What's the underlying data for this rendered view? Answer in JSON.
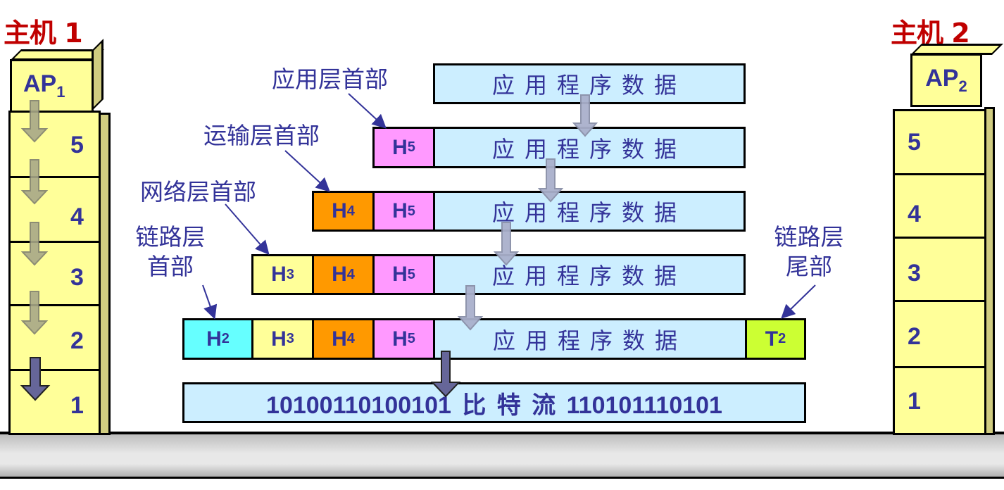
{
  "hosts": [
    {
      "title": "主机 1",
      "ap": "AP",
      "ap_sub": "1",
      "layers": [
        "5",
        "4",
        "3",
        "2",
        "1"
      ]
    },
    {
      "title": "主机 2",
      "ap": "AP",
      "ap_sub": "2",
      "layers": [
        "5",
        "4",
        "3",
        "2",
        "1"
      ]
    }
  ],
  "headers": {
    "h5": {
      "letter": "H",
      "sub": "5"
    },
    "h4": {
      "letter": "H",
      "sub": "4"
    },
    "h3": {
      "letter": "H",
      "sub": "3"
    },
    "h2": {
      "letter": "H",
      "sub": "2"
    },
    "t2": {
      "letter": "T",
      "sub": "2"
    }
  },
  "app_data": "应用程序数据",
  "bitstream": "10100110100101 比 特 流 110101110101",
  "labels": {
    "app_header": "应用层首部",
    "transport_header": "运输层首部",
    "network_header": "网络层首部",
    "link_header_1": "链路层",
    "link_header_2": "首部",
    "link_trailer_1": "链路层",
    "link_trailer_2": "尾部"
  },
  "colors": {
    "text": "#333399",
    "host_title": "#c00000",
    "data": "#cceeff",
    "h5": "#ff99ff",
    "h4": "#ff9900",
    "h3": "#ffff99",
    "h2": "#66ffff",
    "t2": "#ccff33",
    "stack": "#ffff99"
  }
}
